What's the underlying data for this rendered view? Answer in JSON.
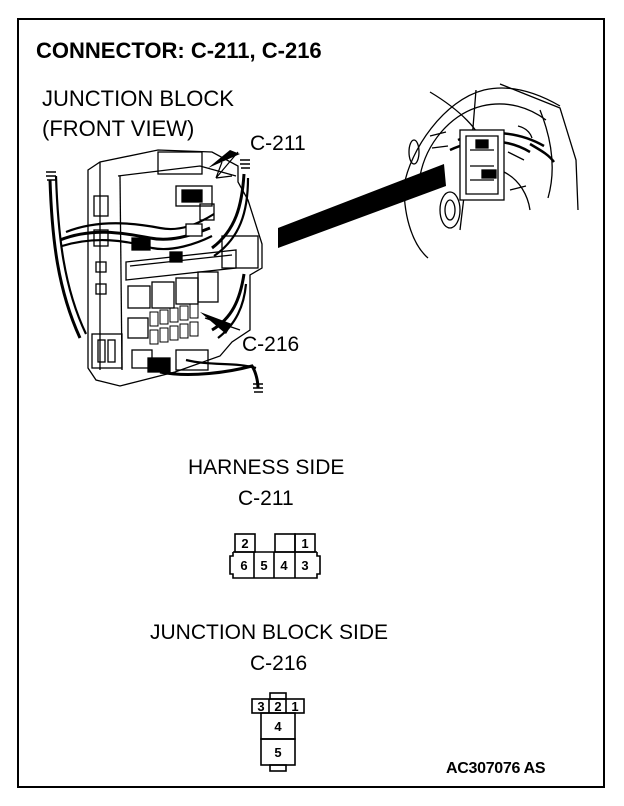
{
  "title": "CONNECTOR: C-211, C-216",
  "junction_block": {
    "line1": "JUNCTION BLOCK",
    "line2": "(FRONT VIEW)"
  },
  "callouts": {
    "c211": "C-211",
    "c216": "C-216"
  },
  "harness_side": {
    "heading": "HARNESS SIDE",
    "connector": "C-211",
    "pins_top": [
      "2",
      "1"
    ],
    "pins_bottom": [
      "6",
      "5",
      "4",
      "3"
    ]
  },
  "junction_block_side": {
    "heading": "JUNCTION BLOCK SIDE",
    "connector": "C-216",
    "pins_top": [
      "3",
      "2",
      "1"
    ],
    "pin_mid": "4",
    "pin_bottom": "5"
  },
  "figure_code": "AC307076 AS"
}
